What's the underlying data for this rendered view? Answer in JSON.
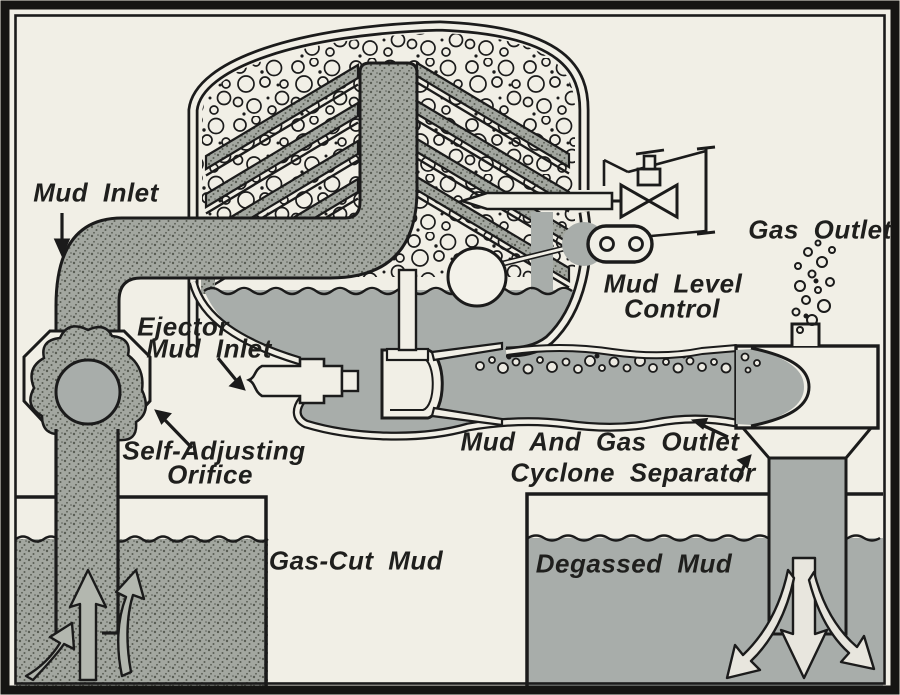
{
  "figure": {
    "type": "technical-cutaway-diagram",
    "subject": "mud degasser (vacuum tank with ejector and cyclone separator)",
    "labels": {
      "mud_inlet": "Mud Inlet",
      "ejector_mud_inlet_line1": "Ejector",
      "ejector_mud_inlet_line2": "Mud Inlet",
      "self_adjusting_orifice_line1": "Self-Adjusting",
      "self_adjusting_orifice_line2": "Orifice",
      "gas_cut_mud": "Gas-Cut Mud",
      "degassed_mud": "Degassed Mud",
      "mud_level_control_line1": "Mud Level",
      "mud_level_control_line2": "Control",
      "gas_outlet": "Gas Outlet",
      "mud_and_gas_outlet": "Mud And Gas Outlet",
      "cyclone_separator": "Cyclone Separator"
    },
    "colors": {
      "paper": "#f1efe6",
      "mud_gray": "#a8adaa",
      "stipple_gray": "#a3a7a0",
      "line_black": "#1b1b1b"
    }
  }
}
